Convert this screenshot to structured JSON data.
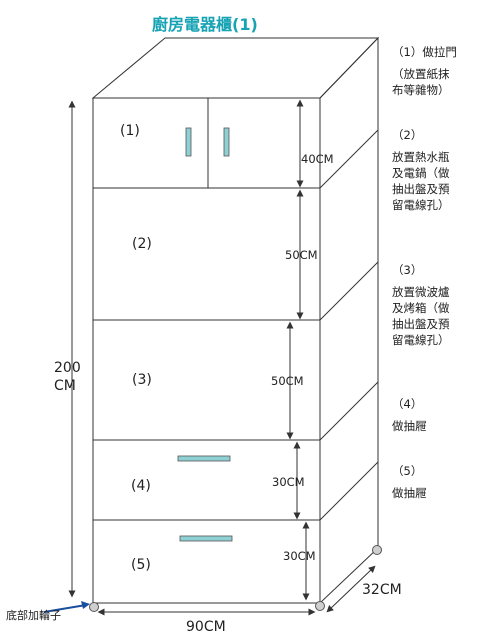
{
  "title": "廚房電器櫃(1)",
  "sections": [
    {
      "label": "(1)",
      "height": "40CM"
    },
    {
      "label": "(2)",
      "height": "50CM"
    },
    {
      "label": "(3)",
      "height": "50CM"
    },
    {
      "label": "(4)",
      "height": "30CM"
    },
    {
      "label": "(5)",
      "height": "30CM"
    }
  ],
  "notes": [
    {
      "num": "（1）",
      "lines": [
        "做拉門",
        "（放置紙抹",
        "布等雜物）"
      ]
    },
    {
      "num": "（2）",
      "lines": [
        "放置熱水瓶",
        "及電鍋（做",
        "抽出盤及預",
        "留電線孔）"
      ]
    },
    {
      "num": "（3）",
      "lines": [
        "放置微波爐",
        "及烤箱（做",
        "抽出盤及預",
        "留電線孔）"
      ]
    },
    {
      "num": "（4）",
      "lines": [
        "做抽屜"
      ]
    },
    {
      "num": "（5）",
      "lines": [
        "做抽屜"
      ]
    }
  ],
  "total_height": {
    "line1": "200",
    "line2": "CM"
  },
  "width": "90CM",
  "depth": "32CM",
  "wheel_note": "底部加輪子",
  "colors": {
    "title": "#16a3b3",
    "handle": "#8fd0d4",
    "line": "#333333"
  }
}
